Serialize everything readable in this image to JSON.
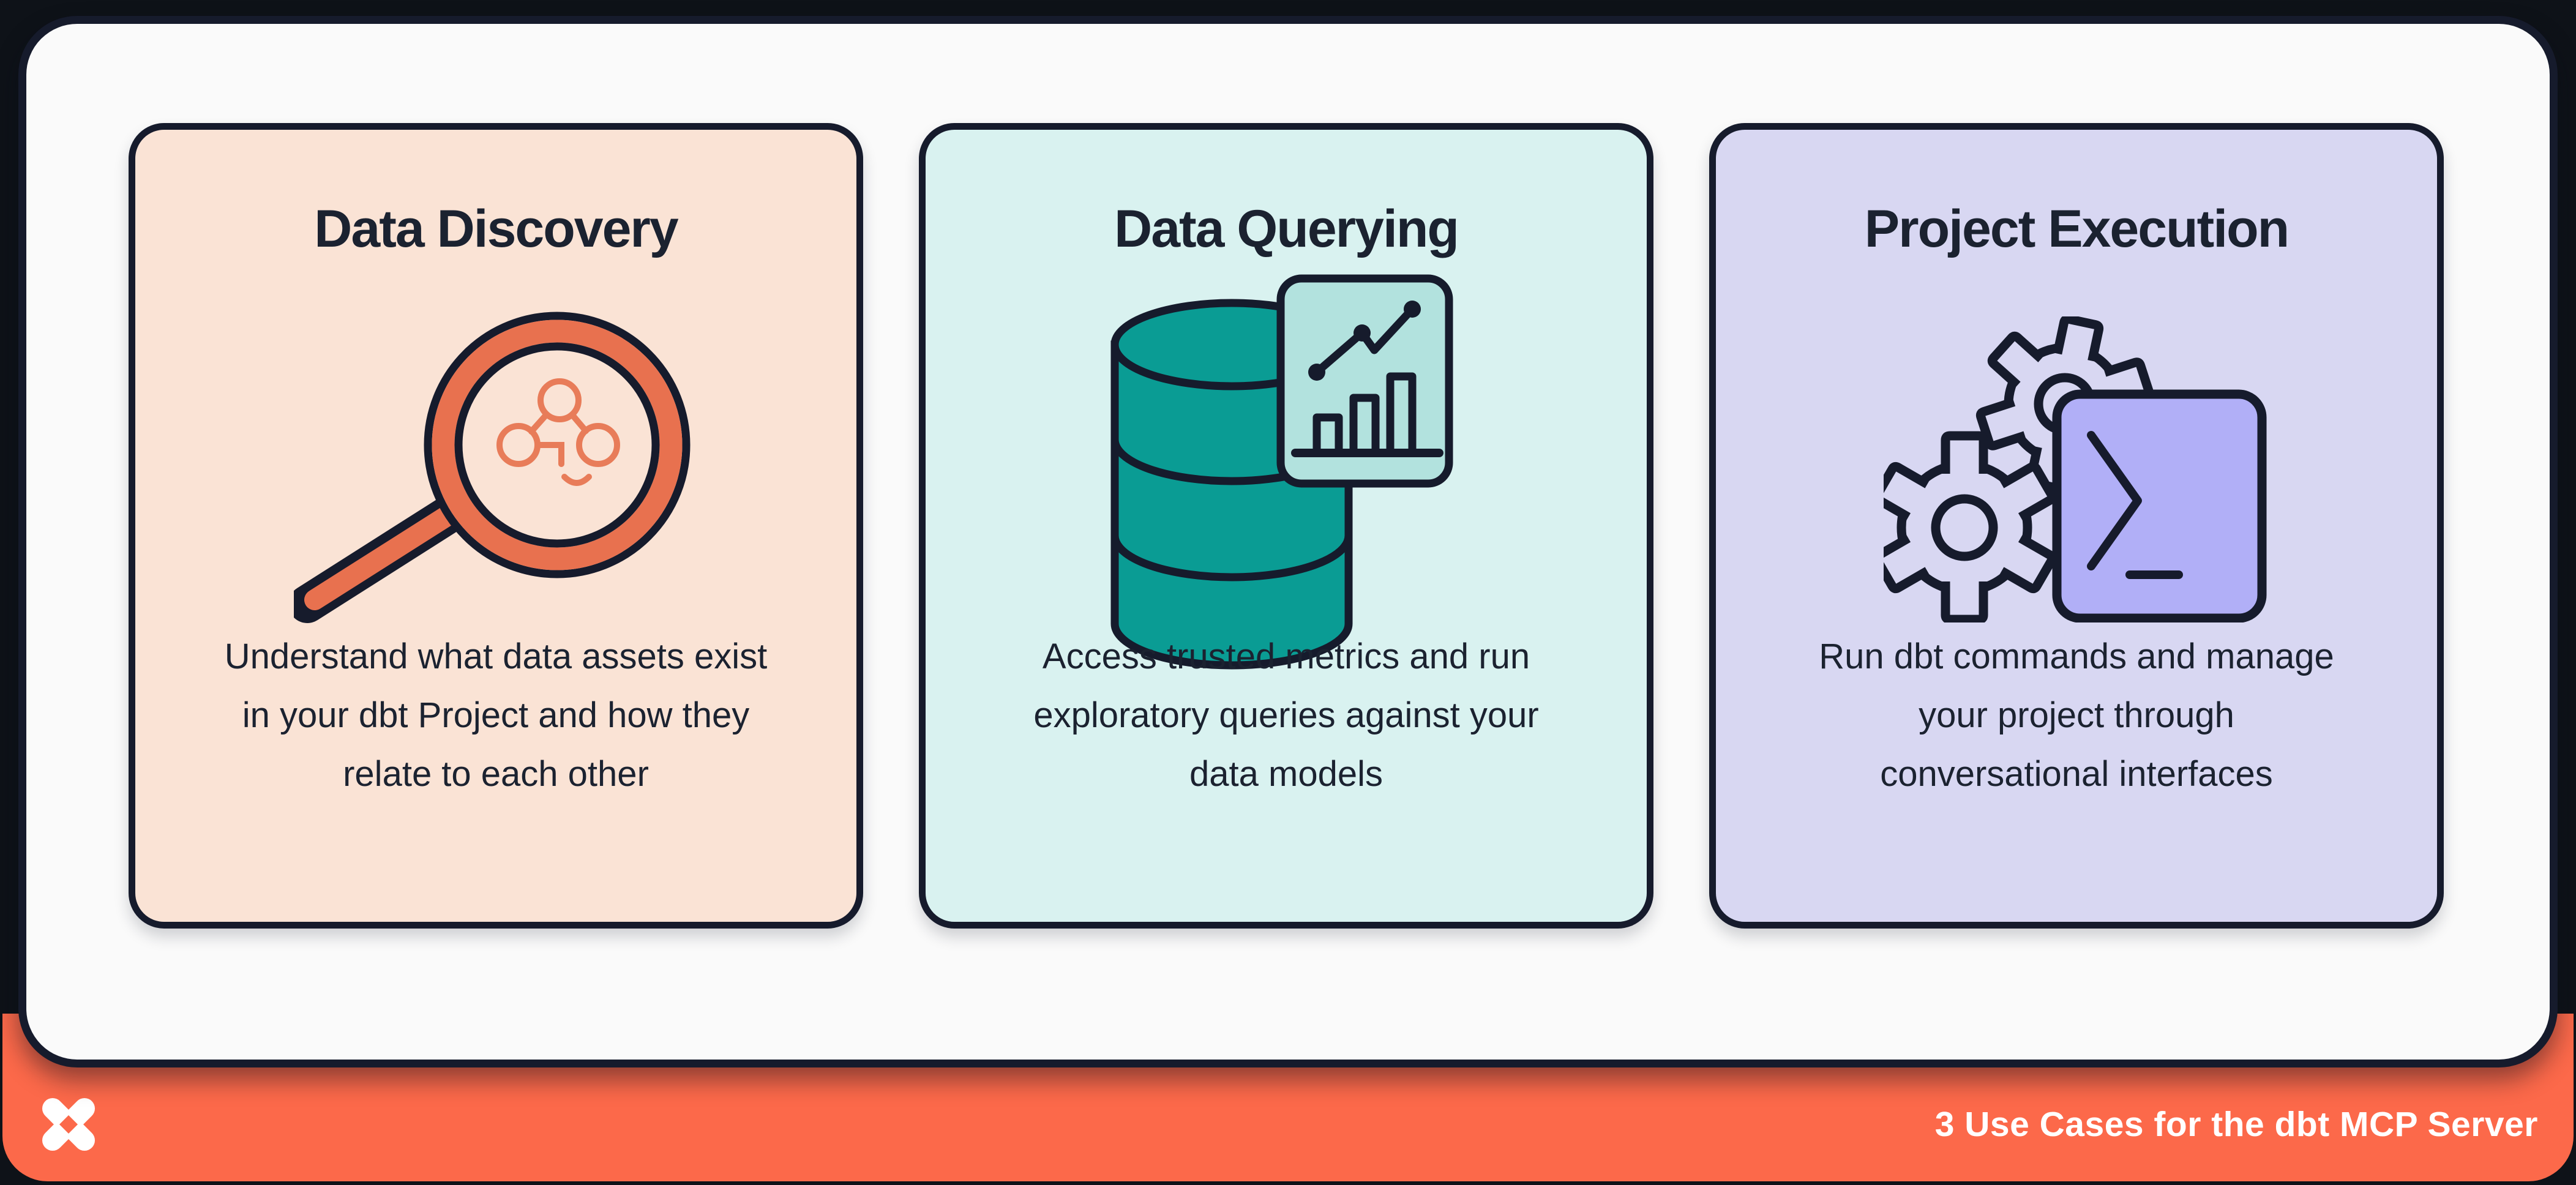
{
  "page": {
    "bg": "#0E1218",
    "panel_bg": "#FAFAFA",
    "outline": "#161B2C",
    "text_color": "#1B2230"
  },
  "cards": [
    {
      "title": "Data Discovery",
      "body": "Understand what data assets exist\nin your dbt Project and how they\nrelate to each other",
      "bg": "#FAE3D5",
      "accent": "#E8714F",
      "icon": "magnifier-lineage-icon"
    },
    {
      "title": "Data Querying",
      "body": "Access trusted metrics and run\nexploratory queries against your\ndata models",
      "bg": "#D9F2F0",
      "accent": "#0A9C94",
      "icon": "database-chart-icon"
    },
    {
      "title": "Project Execution",
      "body": "Run dbt commands and manage\nyour project through\nconversational interfaces",
      "bg": "#D8D7F2",
      "accent": "#B1AFF7",
      "icon": "gears-terminal-icon"
    }
  ],
  "footer": {
    "bg": "#FC694A",
    "label": "3 Use Cases for the dbt MCP Server",
    "text_color": "#FFFFFF",
    "logo": "dbt-logo"
  }
}
